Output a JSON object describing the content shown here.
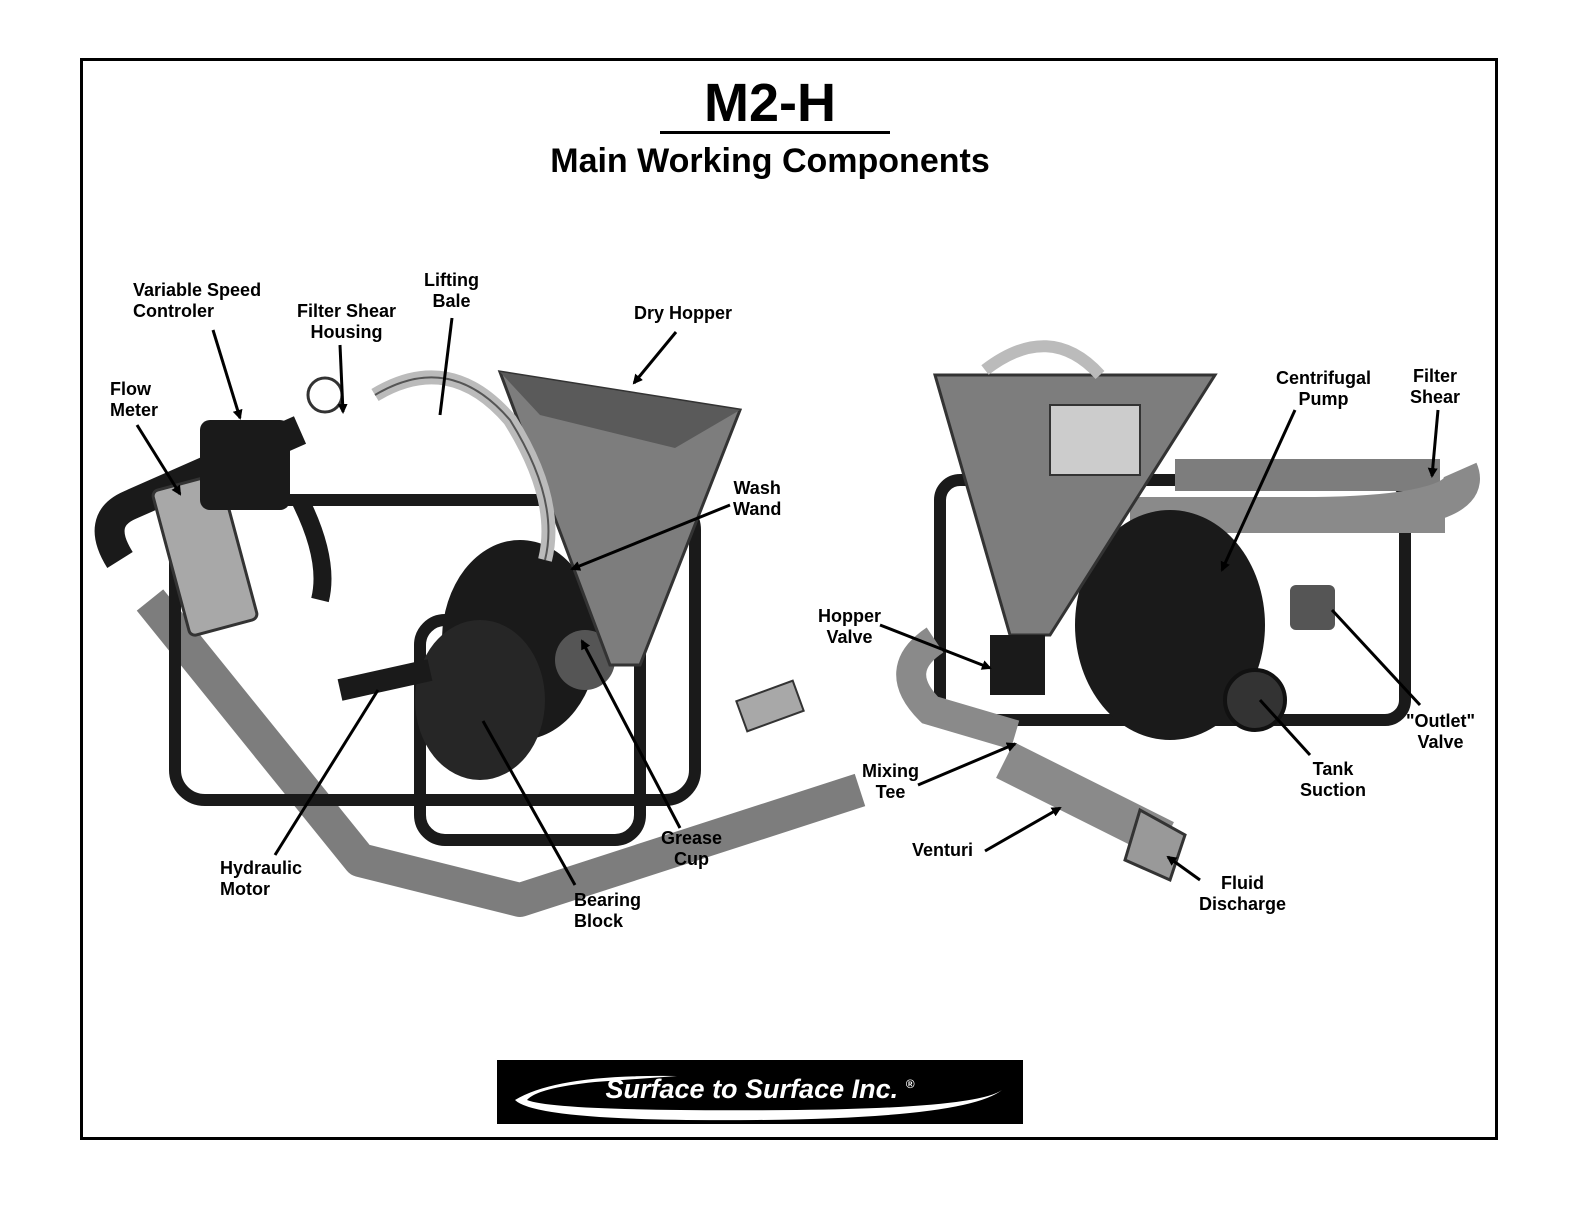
{
  "header": {
    "model": "M2-H",
    "subtitle": "Main Working Components"
  },
  "left_machine": {
    "labels": {
      "variable_speed_controller": "Variable Speed\nControler",
      "filter_shear_housing": "Filter Shear\nHousing",
      "lifting_bale": "Lifting\nBale",
      "dry_hopper": "Dry Hopper",
      "flow_meter": "Flow\nMeter",
      "wash_wand": "Wash\nWand",
      "grease_cup": "Grease\nCup",
      "bearing_block": "Bearing\nBlock",
      "hydraulic_motor": "Hydraulic\nMotor"
    }
  },
  "right_machine": {
    "labels": {
      "centrifugal_pump": "Centrifugal\nPump",
      "filter_shear": "Filter\nShear",
      "hopper_valve": "Hopper\nValve",
      "outlet_valve": "\"Outlet\"\nValve",
      "mixing_tee": "Mixing\nTee",
      "tank_suction": "Tank\nSuction",
      "venturi": "Venturi",
      "fluid_discharge": "Fluid\nDischarge"
    }
  },
  "logo": {
    "text": "Surface to Surface Inc.",
    "mark": "®"
  },
  "colors": {
    "frame": "#000000",
    "machine_dark": "#1a1a1a",
    "machine_mid": "#7d7d7d",
    "machine_light": "#a8a8a8"
  }
}
